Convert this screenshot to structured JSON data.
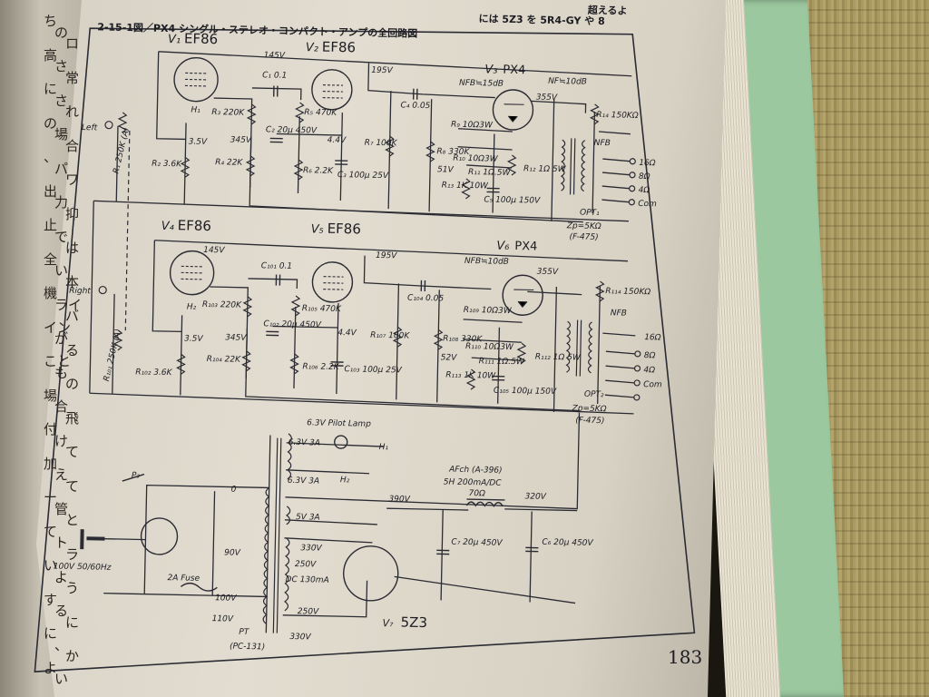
{
  "figure": {
    "caption": "2-15-1図／PX4 シングル・ステレオ・コンパクト・アンプの全回路図",
    "top_note": "には 5Z3 を 5R4-GY や 8",
    "top_note2": "超えるよ",
    "page_number": "183"
  },
  "left_page_text": [
    "ち",
    "の",
    "ロ",
    "高",
    "さ",
    "常",
    "に",
    "さ",
    "れ",
    "の",
    "場",
    "合",
    "、",
    "パ",
    "ワ",
    "出",
    "力",
    "抑",
    "止",
    "で",
    "は",
    "全",
    "い",
    "本",
    "機",
    "ライ",
    "バ",
    "イン",
    "が",
    "る",
    "こと",
    "も",
    "の",
    "場",
    "合",
    "飛",
    "付",
    "け",
    "て",
    "加",
    "え",
    "て",
    "ー",
    "管",
    "と",
    "て",
    "ト",
    "ラ",
    "い",
    "よ",
    "う",
    "す",
    "る",
    "に",
    "に",
    "、",
    "か",
    "よ",
    "い"
  ],
  "channel1": {
    "v1": "EF86",
    "v1_label": "V₁",
    "v2": "EF86",
    "v2_label": "V₂",
    "v3": "PX4",
    "v3_label": "V₃",
    "input": "Left",
    "r1": "R₁ 250K (A)",
    "r2": "R₂ 3.6K",
    "r3": "R₃ 220K",
    "r4": "R₄ 22K",
    "r5": "R₅ 470K",
    "r6": "R₆ 2.2K",
    "r7": "R₇ 100K",
    "r8": "R₈ 330K",
    "r9": "R₉ 10Ω3W",
    "r10": "R₁₀ 10Ω3W",
    "r11": "R₁₁ 1Ω.5W",
    "r12": "R₁₂ 1Ω 5W",
    "r13": "R₁₃ 1K 10W",
    "r14": "R₁₄ 150KΩ",
    "c1": "C₁ 0.1",
    "c2": "C₂ 20μ 450V",
    "c3": "C₃ 100μ 25V",
    "c4": "C₄ 0.05",
    "c5": "C₅ 100μ 150V",
    "v_145": "145V",
    "v_195": "195V",
    "v_355": "355V",
    "v_345": "345V",
    "v_35": "3.5V",
    "v_44": "4.4V",
    "v_51": "51V",
    "nfb1": "NFB≒15dB",
    "nfb2": "NF≒10dB",
    "nfb": "NFB",
    "out16": "16Ω",
    "out8": "8Ω",
    "out4": "4Ω",
    "com": "Com",
    "opt": "OPT₁",
    "zp": "Zp=5KΩ",
    "opt_model": "(F-475)",
    "h1": "H₁"
  },
  "channel2": {
    "v4": "EF86",
    "v4_label": "V₄",
    "v5": "EF86",
    "v5_label": "V₅",
    "v6": "PX4",
    "v6_label": "V₆",
    "input": "Right",
    "r101": "R₁₀₁ 250K (A)",
    "r102": "R₁₀₂ 3.6K",
    "r103": "R₁₀₃ 220K",
    "r104": "R₁₀₄ 22K",
    "r105": "R₁₀₅ 470K",
    "r106": "R₁₀₆ 2.2K",
    "r107": "R₁₀₇ 100K",
    "r108": "R₁₀₈ 330K",
    "r109": "R₁₀₉ 10Ω3W",
    "r110": "R₁₁₀ 10Ω3W",
    "r111": "R₁₁₁ 1Ω.5W",
    "r112": "R₁₁₂ 1Ω 5W",
    "r113": "R₁₁₃ 1K 10W",
    "r114": "R₁₁₄ 150KΩ",
    "c101": "C₁₀₁ 0.1",
    "c102": "C₁₀₂ 20μ 450V",
    "c103": "C₁₀₃ 100μ 25V",
    "c104": "C₁₀₄ 0.05",
    "c105": "C₁₀₅ 100μ 150V",
    "v_145": "145V",
    "v_195": "195V",
    "v_355": "355V",
    "v_345": "345V",
    "v_35": "3.5V",
    "v_44": "4.4V",
    "v_52": "52V",
    "nfb1": "NFB≒10dB",
    "nfb": "NFB",
    "out16": "16Ω",
    "out8": "8Ω",
    "out4": "4Ω",
    "com": "Com",
    "opt": "OPT₂",
    "zp": "Zp=5KΩ",
    "opt_model": "(F-475)",
    "h2": "H₂"
  },
  "power": {
    "pilot": "6.3V Pilot Lamp",
    "h1_winding": "6.3V 3A",
    "h1": "H₁",
    "h2_winding": "6.3V 3A",
    "h2": "H₂",
    "rect_winding": "5V 3A",
    "hv1": "330V",
    "tap_250a": "250V",
    "dc": "DC 130mA",
    "tap_250b": "250V",
    "hv2": "330V",
    "tap0": "0",
    "tap90": "90V",
    "tap100": "100V",
    "tap110": "110V",
    "pt": "PT",
    "pt_model": "(PC-131)",
    "afch": "AFch (A-396)",
    "afch_spec": "5H 200mA/DC",
    "afch_r": "70Ω",
    "v390": "390V",
    "v320": "320V",
    "c7": "C₇ 20μ 450V",
    "c6": "C₆ 20μ 450V",
    "rect": "5Z3",
    "rect_label": "V₇",
    "switch": "P₃",
    "fuse": "2A Fuse",
    "mains": "100V 50/60Hz"
  }
}
